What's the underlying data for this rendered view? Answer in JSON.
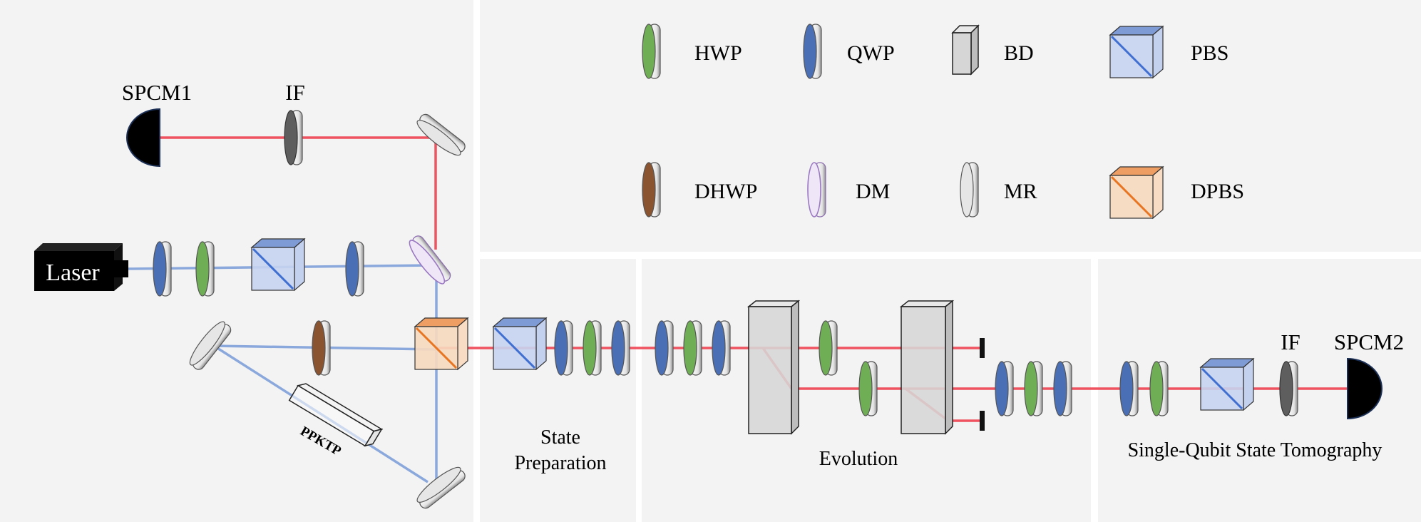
{
  "labels": {
    "spcm1": "SPCM1",
    "if_top": "IF",
    "laser": "Laser",
    "ppktp": "PPKTP",
    "state_prep": [
      "State",
      "Preparation"
    ],
    "evolution": "Evolution",
    "tomography": "Single-Qubit State Tomography",
    "if_right": "IF",
    "spcm2": "SPCM2"
  },
  "legend": [
    {
      "key": "hwp",
      "symbol": "waveplate",
      "color": "#6fae54",
      "label": "HWP"
    },
    {
      "key": "qwp",
      "symbol": "waveplate",
      "color": "#4a6fb5",
      "label": "QWP"
    },
    {
      "key": "bd",
      "symbol": "beam-displacer",
      "color": "#d4d4d4",
      "label": "BD"
    },
    {
      "key": "pbs",
      "symbol": "cube",
      "color": "#9fb3de",
      "label": "PBS"
    },
    {
      "key": "dhwp",
      "symbol": "waveplate",
      "color": "#8a5430",
      "label": "DHWP"
    },
    {
      "key": "dm",
      "symbol": "waveplate",
      "color": "#b99ad6",
      "label": "DM"
    },
    {
      "key": "mr",
      "symbol": "waveplate",
      "color": "#d0d0d0",
      "label": "MR"
    },
    {
      "key": "dpbs",
      "symbol": "cube",
      "color": "#f2b58a",
      "label": "DPBS"
    }
  ],
  "colors": {
    "panel": "#f3f3f3",
    "divider": "#ffffff",
    "red_beam": "#f0525f",
    "blue_beam": "#8ba8dc",
    "hwp": "#6fae54",
    "qwp": "#4a6fb5",
    "dhwp": "#8a5430",
    "dm": "#b99ad6",
    "mirror": "#d0d0d0",
    "pbs_line": "#3f6fd0",
    "dpbs_face": "#f5c7a2",
    "dpbs_line": "#e87522",
    "bd_face": "#d6d6d6",
    "detector": "#000000"
  }
}
